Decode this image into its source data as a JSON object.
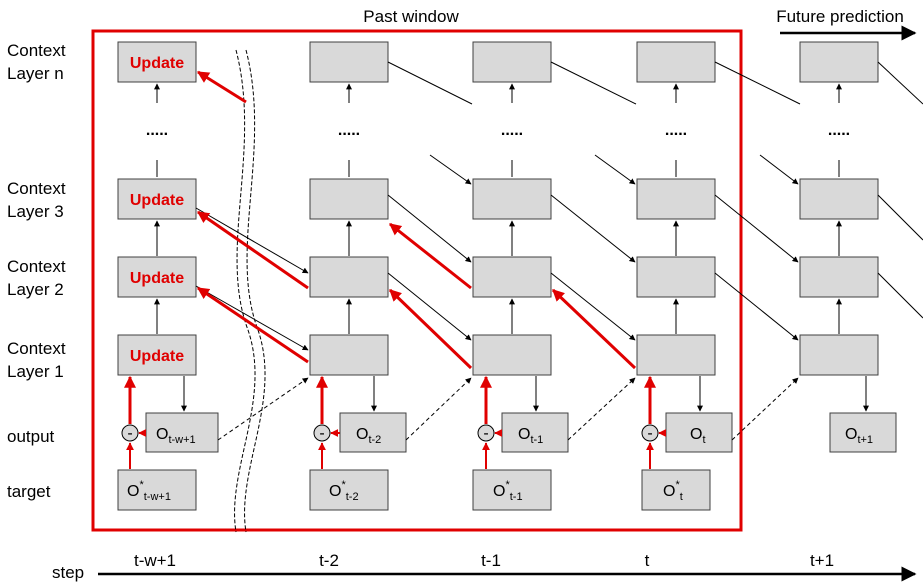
{
  "title": "Past window",
  "future_label": "Future prediction",
  "row_labels": {
    "layer_n": [
      "Context",
      "Layer n"
    ],
    "layer_3": [
      "Context",
      "Layer 3"
    ],
    "layer_2": [
      "Context",
      "Layer 2"
    ],
    "layer_1": [
      "Context",
      "Layer 1"
    ],
    "output": "output",
    "target": "target",
    "step": "step"
  },
  "update_label": "Update",
  "ellipsis": ".....",
  "minus": "-",
  "steps": [
    "t-w+1",
    "t-2",
    "t-1",
    "t",
    "t+1"
  ],
  "outputs": [
    {
      "base": "O",
      "sub": "t-w+1"
    },
    {
      "base": "O",
      "sub": "t-2"
    },
    {
      "base": "O",
      "sub": "t-1"
    },
    {
      "base": "O",
      "sub": "t"
    },
    {
      "base": "O",
      "sub": "t+1"
    }
  ],
  "targets": [
    {
      "base": "O",
      "sup": "*",
      "sub": "t-w+1"
    },
    {
      "base": "O",
      "sup": "*",
      "sub": "t-2"
    },
    {
      "base": "O",
      "sup": "*",
      "sub": "t-1"
    },
    {
      "base": "O",
      "sup": "*",
      "sub": "t"
    }
  ],
  "colors": {
    "box_fill": "#d9d9d9",
    "box_stroke": "#404040",
    "accent_red": "#e00000",
    "line": "#000000"
  }
}
